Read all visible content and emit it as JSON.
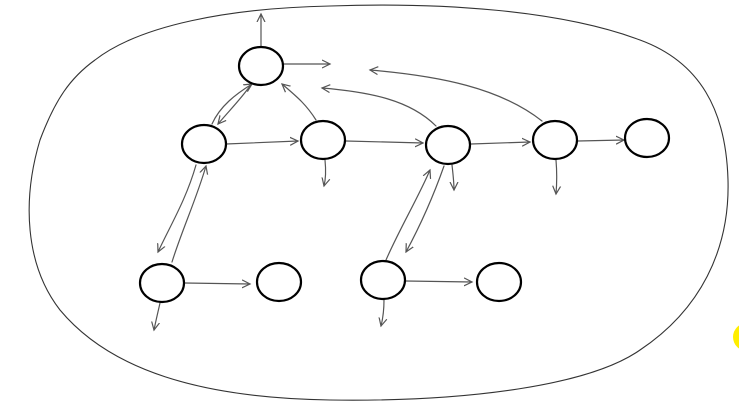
{
  "diagram": {
    "type": "hand-drawn-directed-graph",
    "colors": {
      "background": "#ffffff",
      "node_stroke": "#000000",
      "edge_stroke": "#555555",
      "boundary_stroke": "#333333",
      "cursor_highlight": "#ffee00"
    },
    "nodes": [
      {
        "id": "n1"
      },
      {
        "id": "n2"
      },
      {
        "id": "n3"
      },
      {
        "id": "n4"
      },
      {
        "id": "n5"
      },
      {
        "id": "n6"
      },
      {
        "id": "n7"
      },
      {
        "id": "n8"
      },
      {
        "id": "n9"
      },
      {
        "id": "n10"
      },
      {
        "id": "n11"
      }
    ],
    "edges": [
      {
        "from": "n1",
        "to": "out"
      },
      {
        "from": "n1",
        "to": "out"
      },
      {
        "from": "n1",
        "to": "n2"
      },
      {
        "from": "n2",
        "to": "n1"
      },
      {
        "from": "n2",
        "to": "n3"
      },
      {
        "from": "n2",
        "to": "n7"
      },
      {
        "from": "n7",
        "to": "n2"
      },
      {
        "from": "n3",
        "to": "n1"
      },
      {
        "from": "n3",
        "to": "out"
      },
      {
        "from": "n3",
        "to": "n4"
      },
      {
        "from": "n4",
        "to": "n1"
      },
      {
        "from": "n4",
        "to": "out"
      },
      {
        "from": "n4",
        "to": "n5"
      },
      {
        "from": "n4",
        "to": "n9"
      },
      {
        "from": "n9",
        "to": "n4"
      },
      {
        "from": "n5",
        "to": "n1"
      },
      {
        "from": "n5",
        "to": "out"
      },
      {
        "from": "n5",
        "to": "n6"
      },
      {
        "from": "n7",
        "to": "n8"
      },
      {
        "from": "n7",
        "to": "out"
      },
      {
        "from": "n9",
        "to": "n10"
      },
      {
        "from": "n9",
        "to": "out"
      }
    ]
  }
}
